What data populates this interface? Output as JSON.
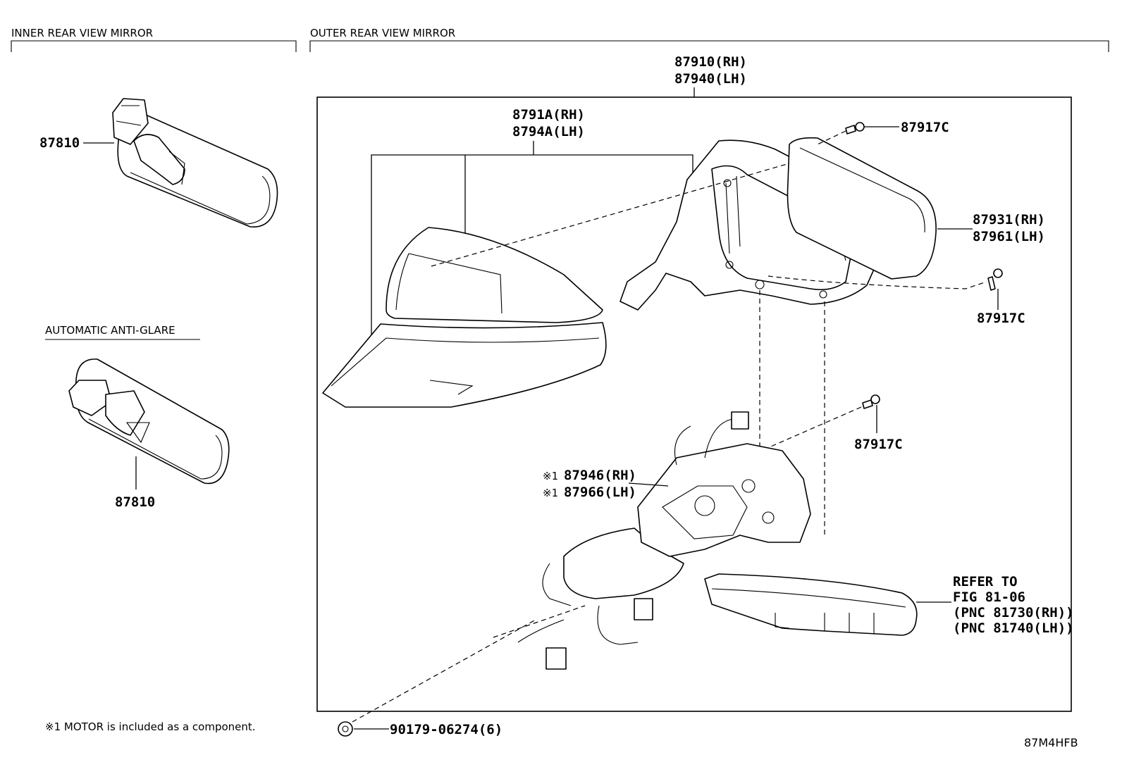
{
  "sections": {
    "inner": "INNER REAR VIEW MIRROR",
    "outer": "OUTER REAR VIEW MIRROR",
    "anti_glare": "AUTOMATIC ANTI-GLARE"
  },
  "labels": {
    "inner_mirror_top": "87810",
    "inner_mirror_bottom": "87810",
    "assembly_rh": "87910(RH)",
    "assembly_lh": "87940(LH)",
    "cover_rh": "8791A(RH)",
    "cover_lh": "8794A(LH)",
    "screw_top": "87917C",
    "screw_right": "87917C",
    "screw_mid": "87917C",
    "glass_rh": "87931(RH)",
    "glass_lh": "87961(LH)",
    "motor_rh": "87946(RH)",
    "motor_lh": "87966(LH)",
    "motor_mark": "※1",
    "refer_1": "REFER TO",
    "refer_2": "FIG 81-06",
    "refer_3": "(PNC 81730(RH))",
    "refer_4": "(PNC 81740(LH))",
    "clip": "90179-06274(6)",
    "footnote": "※1 MOTOR is included as a component.",
    "code": "87M4HFB"
  }
}
